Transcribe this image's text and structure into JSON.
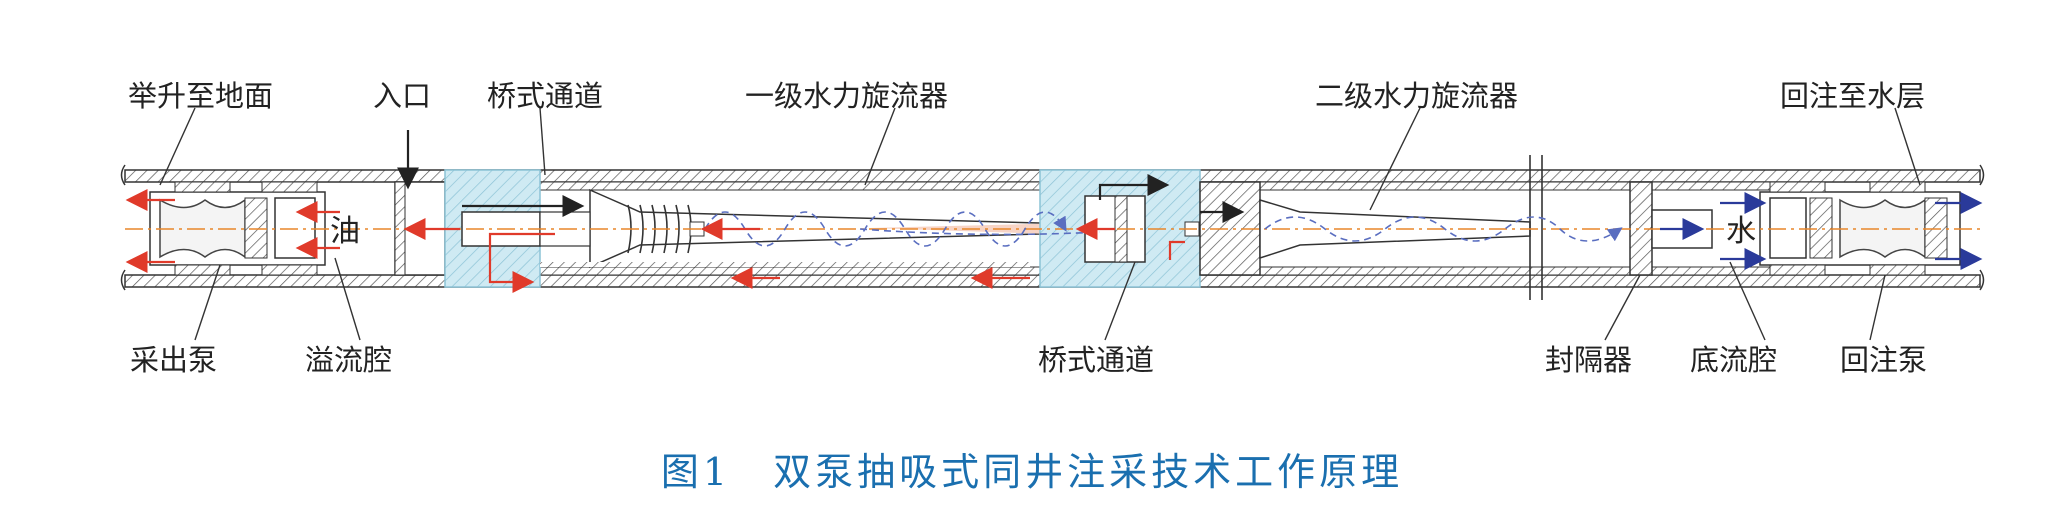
{
  "labels_top": {
    "lift_to_surface": "举升至地面",
    "inlet": "入口",
    "bridge_channel_top": "桥式通道",
    "stage1_hydrocyclone": "一级水力旋流器",
    "stage2_hydrocyclone": "二级水力旋流器",
    "reinject_to_water_layer": "回注至水层"
  },
  "labels_bottom": {
    "production_pump": "采出泵",
    "overflow_chamber": "溢流腔",
    "bridge_channel_bottom": "桥式通道",
    "packer": "封隔器",
    "underflow_chamber": "底流腔",
    "injection_pump": "回注泵"
  },
  "labels_inline": {
    "oil": "油",
    "water": "水"
  },
  "caption": "图1　双泵抽吸式同井注采技术工作原理",
  "colors": {
    "outline": "#333333",
    "hatch": "#555555",
    "bridge_fill": "#cfeaf3",
    "oil_arrow": "#e03a2a",
    "water_arrow": "#2a3a9a",
    "flow_path": "#5a6ec0",
    "centerline": "#e8862a",
    "caption": "#1a6faf"
  }
}
